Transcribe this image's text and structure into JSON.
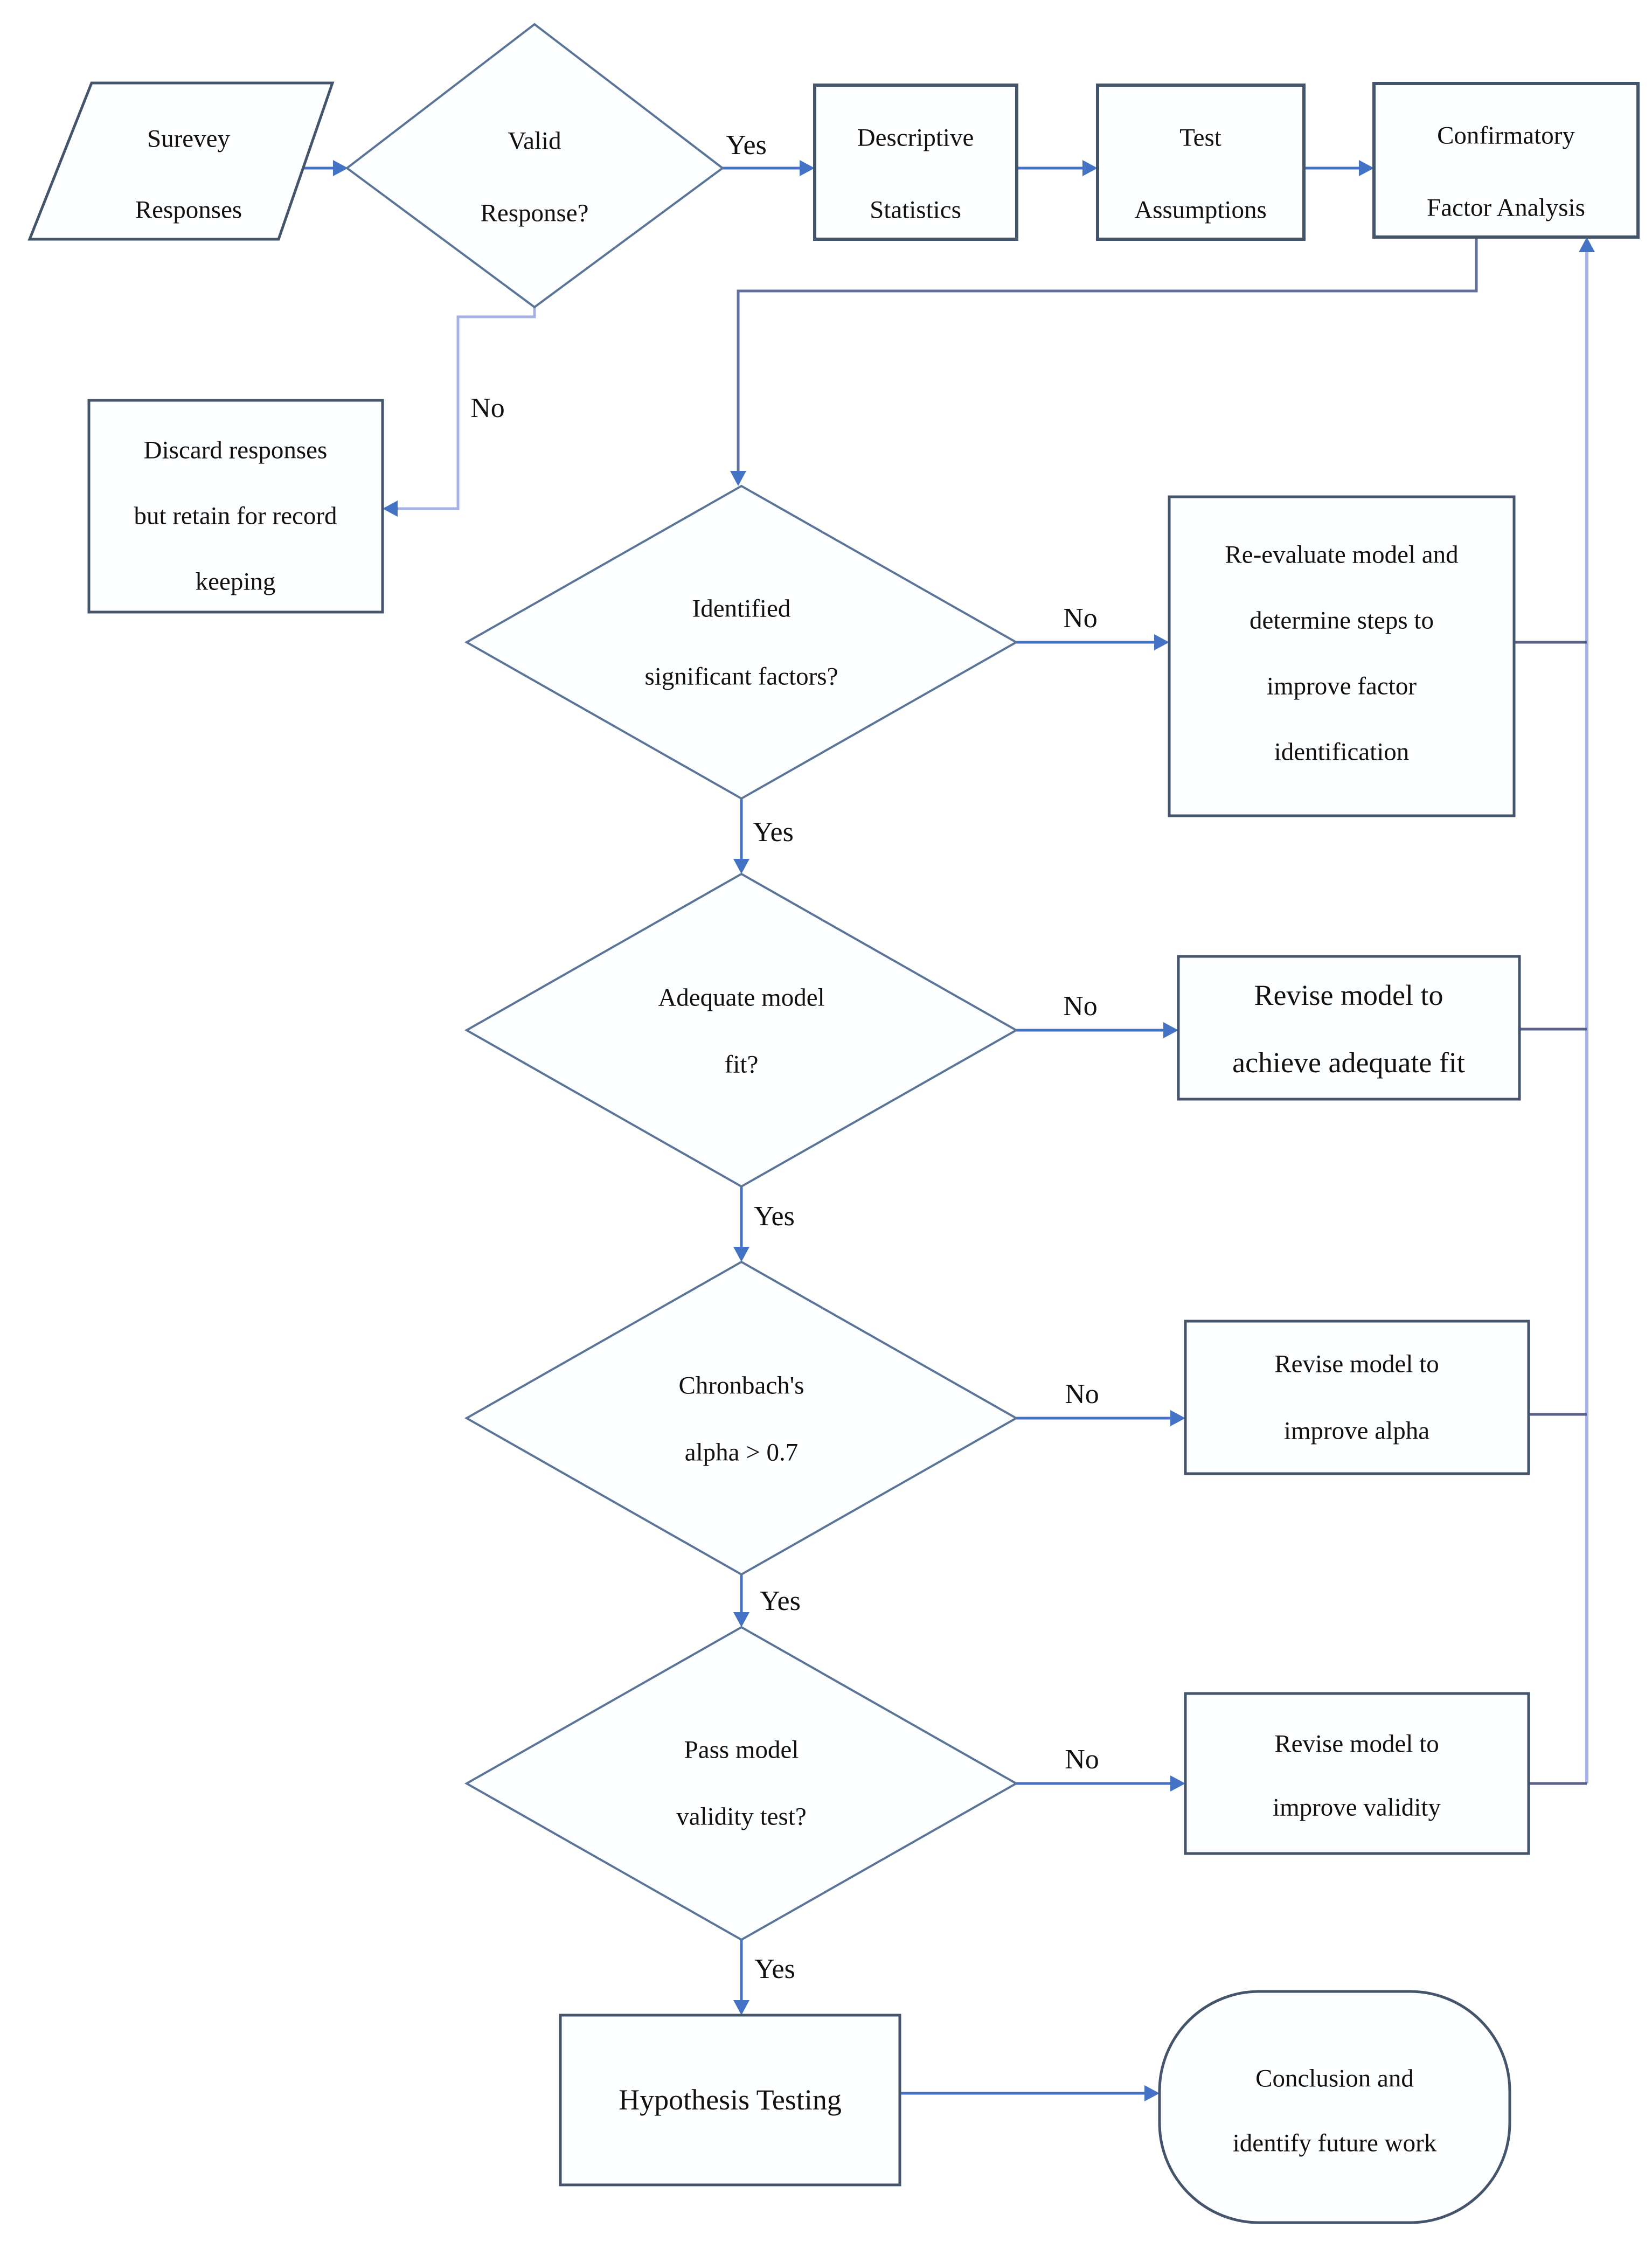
{
  "diagram": {
    "description": "Survey response analysis flowchart",
    "labels": {
      "yes": "Yes",
      "no": "No"
    },
    "nodes": {
      "survey": {
        "type": "input-parallelogram",
        "lines": [
          "Surevey",
          "Responses"
        ]
      },
      "valid_response": {
        "type": "decision",
        "lines": [
          "Valid",
          "Response?"
        ]
      },
      "descriptive": {
        "type": "process",
        "lines": [
          "Descriptive",
          "Statistics"
        ]
      },
      "test_assumptions": {
        "type": "process",
        "lines": [
          "Test",
          "Assumptions"
        ]
      },
      "cfa": {
        "type": "process",
        "lines": [
          "Confirmatory",
          "Factor Analysis"
        ]
      },
      "discard": {
        "type": "process",
        "lines": [
          "Discard responses",
          "but retain for record",
          "keeping"
        ]
      },
      "identified": {
        "type": "decision",
        "lines": [
          "Identified",
          "significant factors?"
        ]
      },
      "reevaluate": {
        "type": "process",
        "lines": [
          "Re-evaluate model and",
          "determine steps to",
          "improve factor",
          "identification"
        ]
      },
      "adequate_fit": {
        "type": "decision",
        "lines": [
          "Adequate model",
          "fit?"
        ]
      },
      "revise_fit": {
        "type": "process",
        "lines": [
          "Revise model to",
          "achieve adequate fit"
        ]
      },
      "cronbach": {
        "type": "decision",
        "lines": [
          "Chronbach's",
          "alpha > 0.7"
        ]
      },
      "revise_alpha": {
        "type": "process",
        "lines": [
          "Revise model to",
          "improve alpha"
        ]
      },
      "validity": {
        "type": "decision",
        "lines": [
          "Pass model",
          "validity test?"
        ]
      },
      "revise_validity": {
        "type": "process",
        "lines": [
          "Revise model to",
          "improve validity"
        ]
      },
      "hypothesis": {
        "type": "process",
        "lines": [
          "Hypothesis Testing"
        ]
      },
      "conclusion": {
        "type": "terminator",
        "lines": [
          "Conclusion and",
          "identify future work"
        ]
      }
    },
    "colors": {
      "box_border": "#44546A",
      "diamond_border": "#5B7599",
      "arrow": "#4472C4",
      "connector": "#5A6189",
      "feedback_line": "#A9B2E8",
      "no_branch_line": "#A3B1E3",
      "elbow_line": "#5F6F9E",
      "text": "#111111",
      "background": "#FFFFFF"
    }
  }
}
